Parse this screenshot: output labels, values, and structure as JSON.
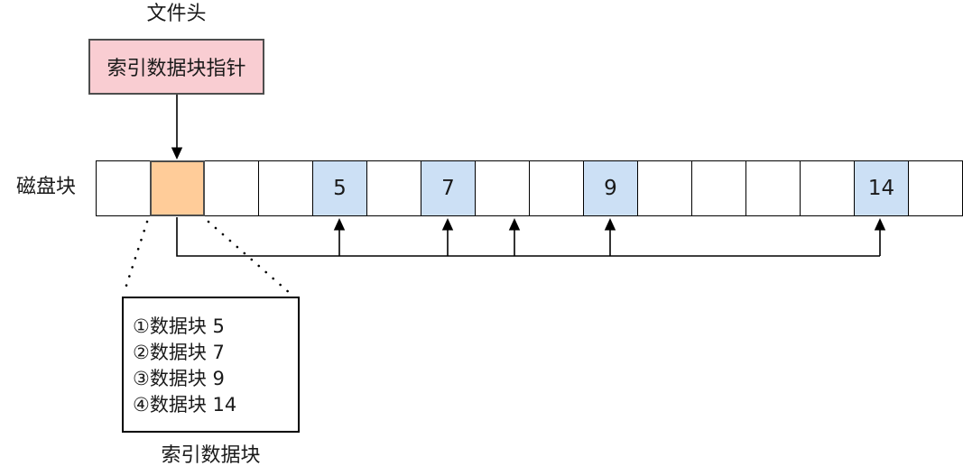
{
  "header": {
    "file_header_label": "文件头",
    "pointer_box_label": "索引数据块指针"
  },
  "disk_row": {
    "label": "磁盘块",
    "blocks": [
      {
        "label": "",
        "type": "empty"
      },
      {
        "label": "",
        "type": "index"
      },
      {
        "label": "",
        "type": "empty"
      },
      {
        "label": "",
        "type": "empty"
      },
      {
        "label": "5",
        "type": "data"
      },
      {
        "label": "",
        "type": "empty"
      },
      {
        "label": "7",
        "type": "data"
      },
      {
        "label": "",
        "type": "empty"
      },
      {
        "label": "",
        "type": "empty"
      },
      {
        "label": "9",
        "type": "data"
      },
      {
        "label": "",
        "type": "empty"
      },
      {
        "label": "",
        "type": "empty"
      },
      {
        "label": "",
        "type": "empty"
      },
      {
        "label": "",
        "type": "empty"
      },
      {
        "label": "14",
        "type": "data"
      },
      {
        "label": "",
        "type": "empty"
      }
    ]
  },
  "index_block": {
    "entries": [
      "①数据块 5",
      "②数据块 7",
      "③数据块 9",
      "④数据块 14"
    ],
    "caption": "索引数据块"
  },
  "colors": {
    "pointer-box-fill": "#f9cdd2",
    "pointer-box-border": "#4d4d4d",
    "index-block-fill": "#ffcc99",
    "index-block-border": "#4d4d4d",
    "data-block-fill": "#cce0f5",
    "block-border": "#000000",
    "line": "#000000",
    "text": "#1a1a1a"
  }
}
